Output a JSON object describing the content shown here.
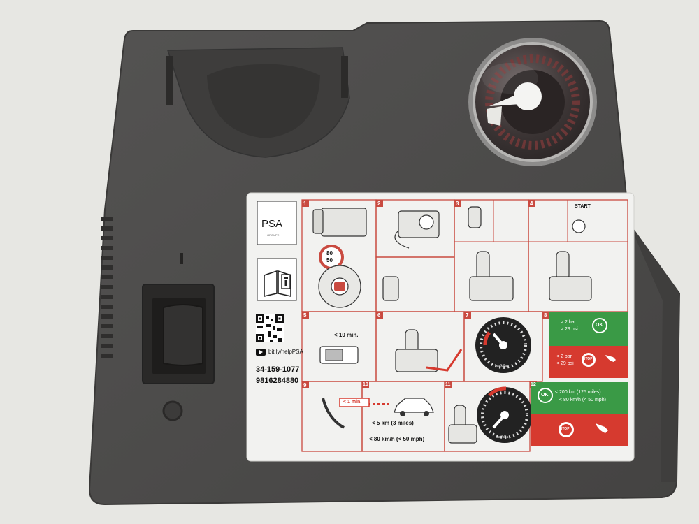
{
  "brand": {
    "name": "PSA",
    "sub": "GROUPE"
  },
  "qr": {
    "link": "bit.ly/helpPSA"
  },
  "part_numbers": [
    "34-159-1077",
    "9816284880"
  ],
  "steps": [
    "1",
    "2",
    "3",
    "4",
    "5",
    "6",
    "7",
    "8",
    "9",
    "10",
    "11",
    "12"
  ],
  "texts": {
    "pressure_cap": [
      "80",
      "50"
    ],
    "start": "START",
    "ten_min": "< 10 min.",
    "one_min": "< 1 min.",
    "distance": "< 5 km (3 miles)",
    "speed": "< 80 km/h (< 50 mph)",
    "ok_high": [
      "> 2 bar",
      "> 29 psi"
    ],
    "stop_low": [
      "< 2 bar",
      "< 29 psi"
    ],
    "ok_limit": [
      "< 200 km (125 miles)",
      "< 80 km/h (< 50 mph)"
    ],
    "gauge_unit": "bar/kPa",
    "ok": "OK",
    "stop": "STOP"
  },
  "colors": {
    "housing": "#4d4c4b",
    "label": "#f2f2f0",
    "green": "#3a9a46",
    "red": "#d63a2f"
  }
}
